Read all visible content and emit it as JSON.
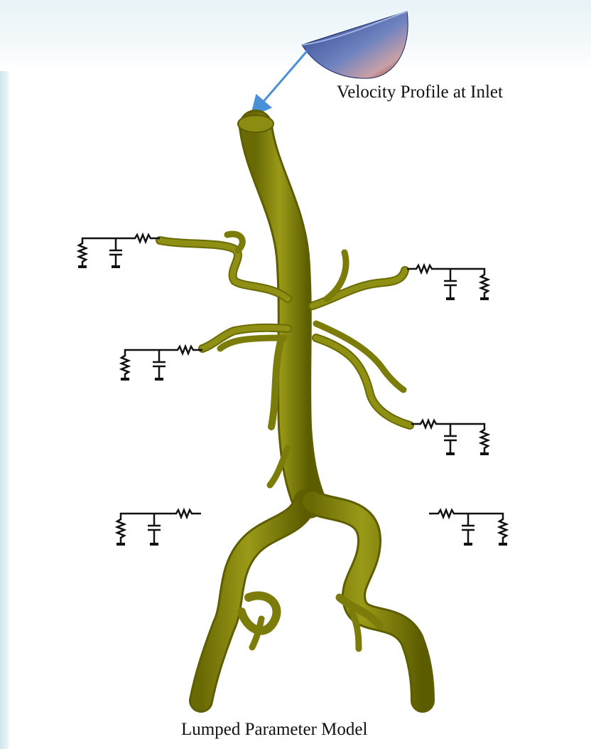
{
  "labels": {
    "inlet": "Velocity Profile at Inlet",
    "bottom": "Lumped Parameter Model"
  },
  "colors": {
    "vessel": "#8a8a10",
    "vessel_dark": "#5e5e00",
    "arrow": "#4a90d9",
    "circuit": "#111111"
  },
  "circuit_count": 6
}
